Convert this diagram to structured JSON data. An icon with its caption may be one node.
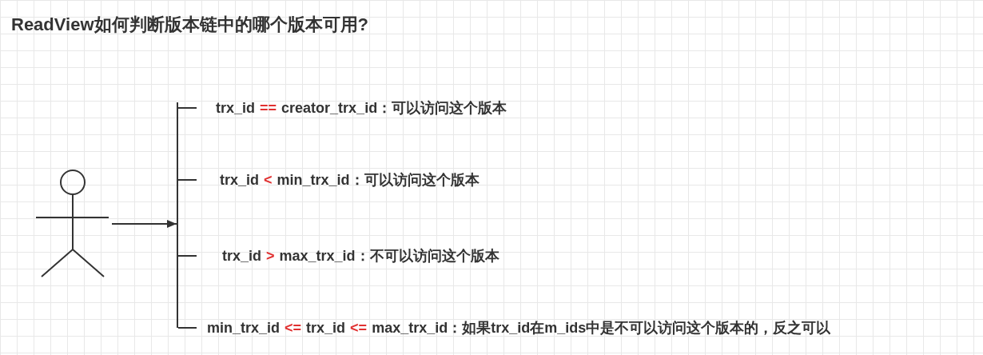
{
  "diagram": {
    "title": "ReadView如何判断版本链中的哪个版本可用?",
    "nodes": [
      {
        "text": [],
        "shape": "person"
      },
      {
        "text": [],
        "shape": "bar"
      },
      {
        "text": [
          "trx_id",
          "==",
          "creator_trx_id：可以访问这个版本"
        ]
      },
      {
        "text": [
          "trx_id",
          "<",
          "min_trx_id：可以访问这个版本"
        ]
      },
      {
        "text": [
          "trx_id",
          ">",
          "max_trx_id：不可以访问这个版本"
        ]
      },
      {
        "text": [
          "min_trx_id",
          "<=",
          "trx_id",
          "<=",
          "max_trx_id：如果trx_id在m_ids中是不可以访问这个版本的，反之可以"
        ]
      }
    ],
    "edges": [
      {
        "from": 0,
        "to": 1,
        "arrow": "to"
      },
      {
        "from": 1,
        "to": 2,
        "arrow": "none"
      },
      {
        "from": 1,
        "to": 3,
        "arrow": "none"
      },
      {
        "from": 1,
        "to": 4,
        "arrow": "none"
      },
      {
        "from": 1,
        "to": 5,
        "arrow": "none"
      }
    ]
  }
}
